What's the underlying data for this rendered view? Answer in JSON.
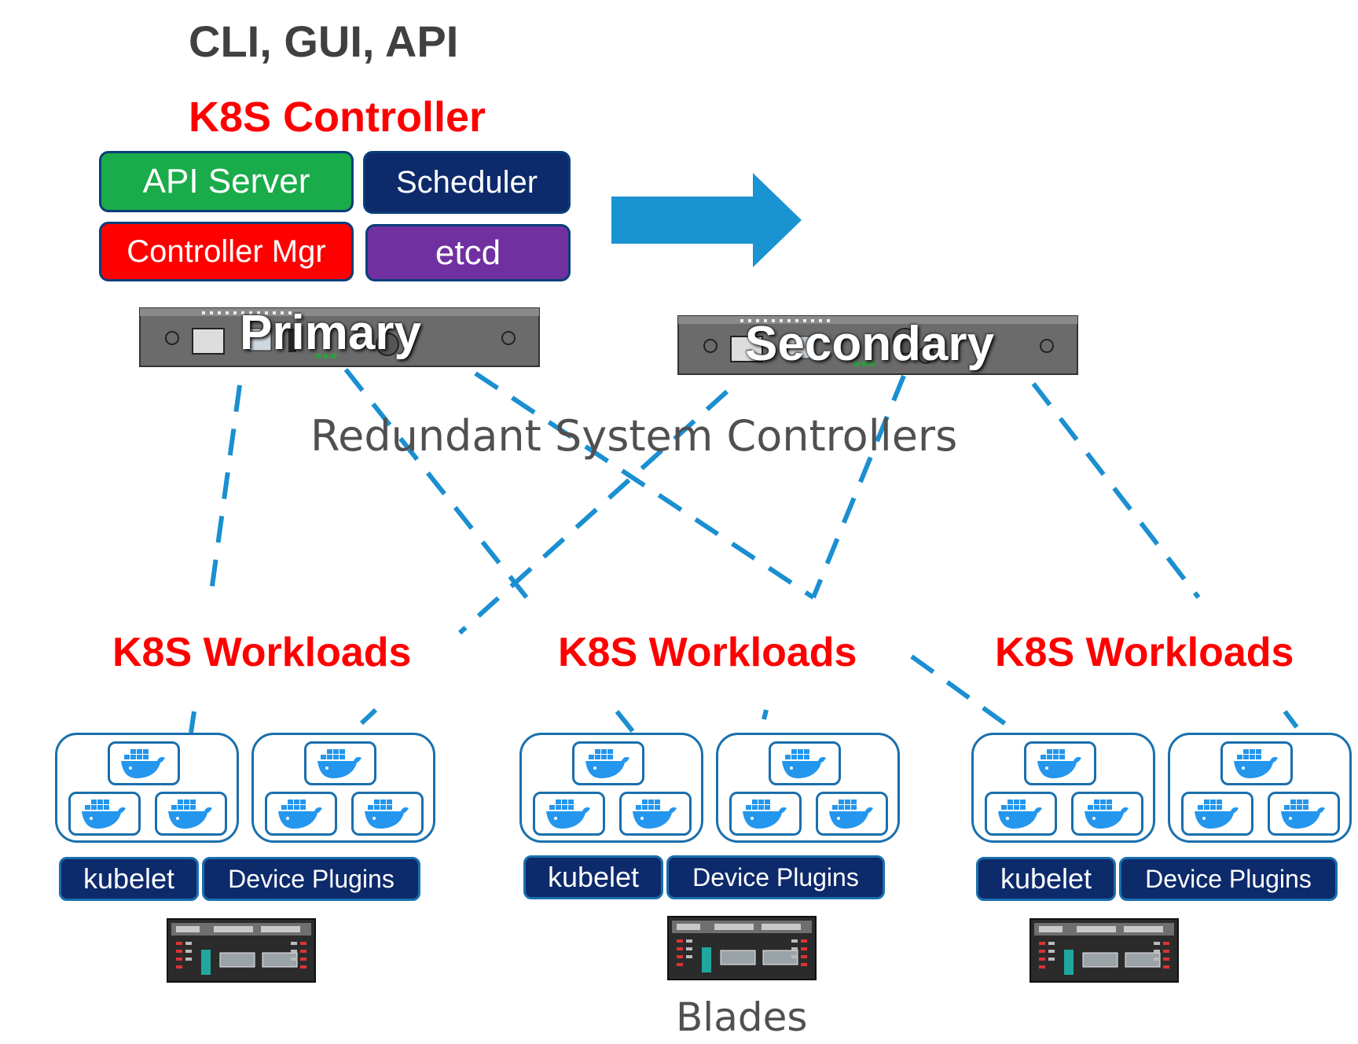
{
  "header": {
    "interfaces": "CLI, GUI, API",
    "controller_title": "K8S Controller"
  },
  "controller_components": {
    "api_server": "API Server",
    "scheduler": "Scheduler",
    "controller_mgr": "Controller Mgr",
    "etcd": "etcd"
  },
  "system_controllers": {
    "primary": "Primary",
    "secondary": "Secondary",
    "caption": "Redundant System Controllers"
  },
  "workloads": [
    {
      "title": "K8S Workloads",
      "kubelet": "kubelet",
      "plugins": "Device Plugins"
    },
    {
      "title": "K8S Workloads",
      "kubelet": "kubelet",
      "plugins": "Device Plugins"
    },
    {
      "title": "K8S Workloads",
      "kubelet": "kubelet",
      "plugins": "Device Plugins"
    }
  ],
  "blades_caption": "Blades",
  "colors": {
    "api_server": "#1aab4a",
    "scheduler": "#0d2a6b",
    "controller_mgr": "#ff0000",
    "etcd": "#7030a0",
    "arrow": "#1a93d1",
    "dashes": "#1a8fd1",
    "accent_red": "#ff0000",
    "docker_blue": "#2496ed"
  },
  "icons": {
    "container": "docker-whale-icon",
    "chassis": "network-appliance-icon",
    "blade": "blade-server-icon"
  }
}
